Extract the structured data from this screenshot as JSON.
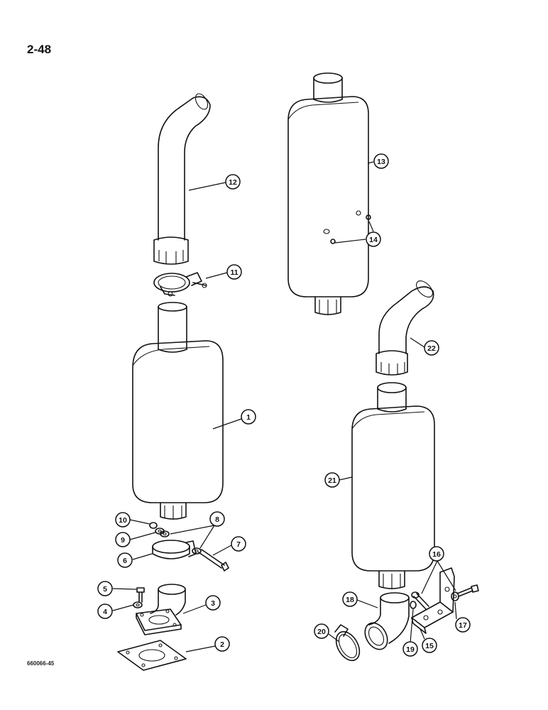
{
  "page": {
    "number": "2-48",
    "figure_code": "660066-45"
  },
  "callouts": [
    {
      "id": "callout-1",
      "label": "1"
    },
    {
      "id": "callout-2",
      "label": "2"
    },
    {
      "id": "callout-3",
      "label": "3"
    },
    {
      "id": "callout-4",
      "label": "4"
    },
    {
      "id": "callout-5",
      "label": "5"
    },
    {
      "id": "callout-6",
      "label": "6"
    },
    {
      "id": "callout-7",
      "label": "7"
    },
    {
      "id": "callout-8",
      "label": "8"
    },
    {
      "id": "callout-9",
      "label": "9"
    },
    {
      "id": "callout-10",
      "label": "10"
    },
    {
      "id": "callout-11",
      "label": "11"
    },
    {
      "id": "callout-12",
      "label": "12"
    },
    {
      "id": "callout-13",
      "label": "13"
    },
    {
      "id": "callout-14",
      "label": "14"
    },
    {
      "id": "callout-15",
      "label": "15"
    },
    {
      "id": "callout-16",
      "label": "16"
    },
    {
      "id": "callout-17",
      "label": "17"
    },
    {
      "id": "callout-18",
      "label": "18"
    },
    {
      "id": "callout-19",
      "label": "19"
    },
    {
      "id": "callout-20",
      "label": "20"
    },
    {
      "id": "callout-21",
      "label": "21"
    },
    {
      "id": "callout-22",
      "label": "22"
    }
  ]
}
